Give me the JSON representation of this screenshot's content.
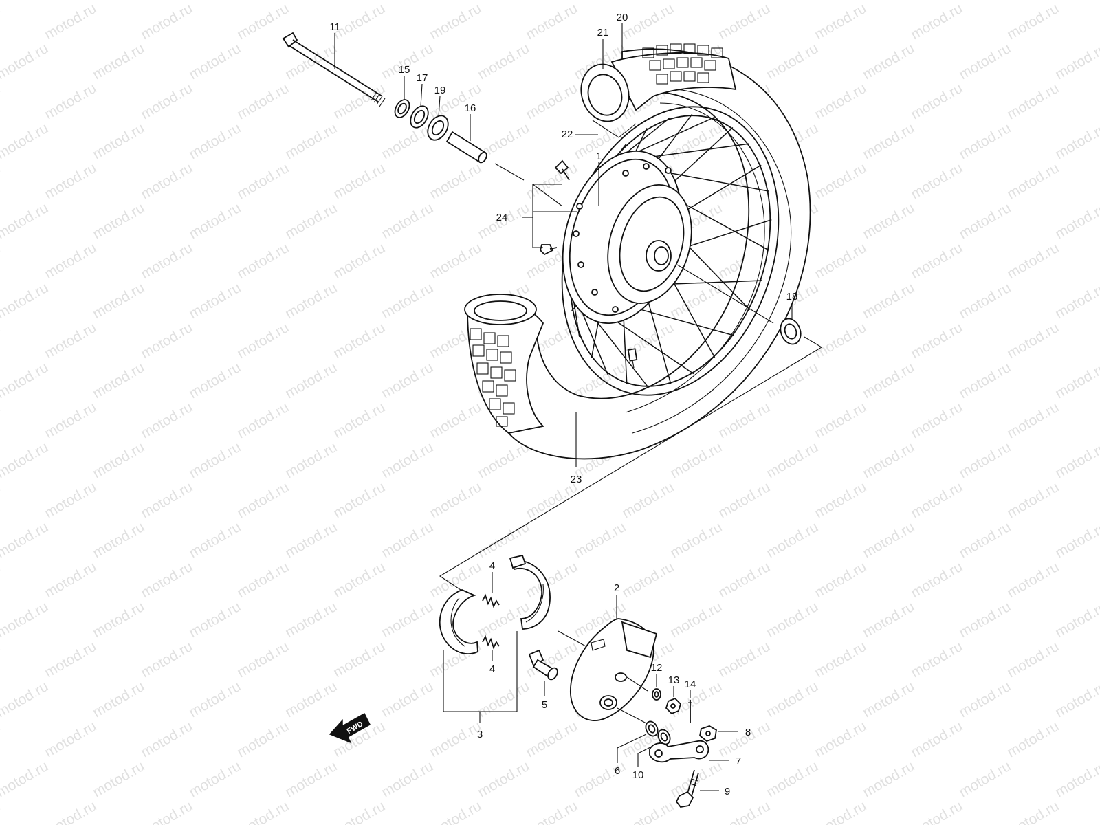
{
  "watermark": {
    "text": "motod.ru",
    "color": "#c8c8c8"
  },
  "direction_badge": {
    "label": "FWD"
  },
  "callouts": {
    "c1": "1",
    "c2": "2",
    "c3": "3",
    "c4a": "4",
    "c4b": "4",
    "c5": "5",
    "c6": "6",
    "c7": "7",
    "c8": "8",
    "c9": "9",
    "c10": "10",
    "c11": "11",
    "c12": "12",
    "c13": "13",
    "c14": "14",
    "c15": "15",
    "c16": "16",
    "c17": "17",
    "c18": "18",
    "c19": "19",
    "c20": "20",
    "c21": "21",
    "c22": "22",
    "c23": "23",
    "c24": "24"
  },
  "colors": {
    "line": "#111111",
    "background": "#ffffff"
  }
}
